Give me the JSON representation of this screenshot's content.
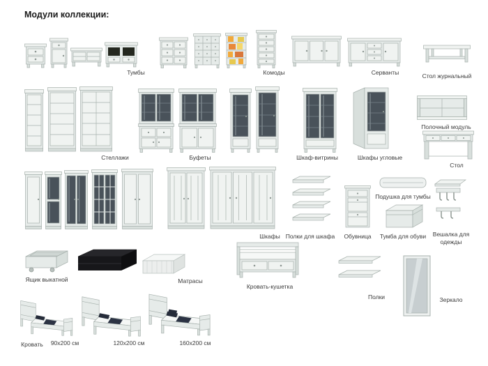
{
  "page": {
    "title": "Модули коллекции:"
  },
  "groups": {
    "tumby": {
      "label": "Тумбы"
    },
    "komody": {
      "label": "Комоды"
    },
    "servanty": {
      "label": "Серванты"
    },
    "stol_zhurnalnyj": {
      "label": "Стол журнальный"
    },
    "stellazhi": {
      "label": "Стеллажи"
    },
    "bufety": {
      "label": "Буфеты"
    },
    "shkaf_vitriny": {
      "label": "Шкаф-витрины"
    },
    "shkafy_uglovye": {
      "label": "Шкафы угловые"
    },
    "polochnyj_modul": {
      "label": "Полочный модуль"
    },
    "stol": {
      "label": "Стол"
    },
    "shkafy": {
      "label": "Шкафы"
    },
    "polki_dlya_shkafa": {
      "label": "Полки для шкафа"
    },
    "obuvnitsa": {
      "label": "Обувница"
    },
    "podushka_dlya_tumby": {
      "label": "Подушка для тумбы"
    },
    "tumba_dlya_obuvi": {
      "label": "Тумба для обуви"
    },
    "veshalka_dlya_odezhdy": {
      "label": "Вешалка для одежды"
    },
    "yashchik_vykatnoy": {
      "label": "Ящик выкатной"
    },
    "matrasy": {
      "label": "Матрасы"
    },
    "krovat_kushetka": {
      "label": "Кровать-кушетка"
    },
    "polki": {
      "label": "Полки"
    },
    "zerkalo": {
      "label": "Зеркало"
    },
    "krovat": {
      "label": "Кровать"
    }
  },
  "bed_sizes": {
    "s90": "90x200 см",
    "s120": "120x200 см",
    "s160": "160x200 см"
  },
  "colors": {
    "furniture_light": "#e6ebe9",
    "furniture_shade": "#d8dfdc",
    "outline": "#a6b0ac",
    "glass_dark": "#49525a",
    "decor_orange": "#f2a93b",
    "text": "#3a3a3a"
  }
}
